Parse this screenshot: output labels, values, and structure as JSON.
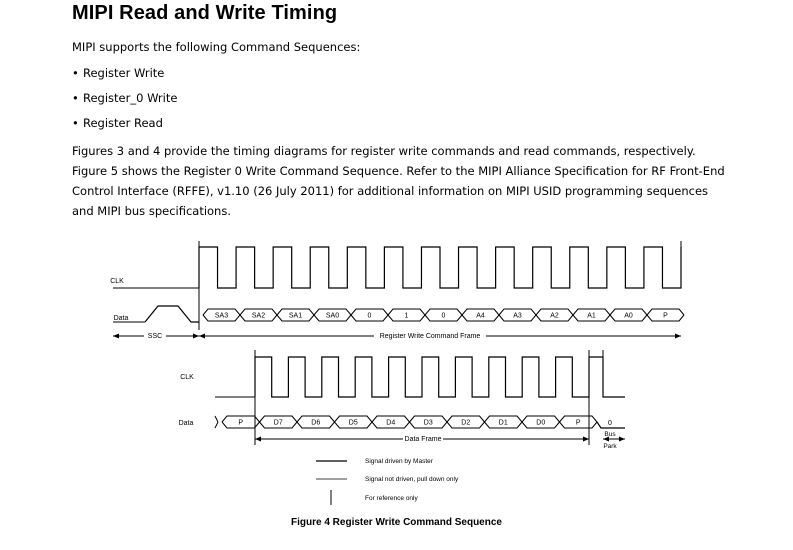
{
  "heading": "MIPI Read and Write Timing",
  "intro": "MIPI supports the following Command Sequences:",
  "bullets": [
    "Register Write",
    "Register_0 Write",
    "Register Read"
  ],
  "paragraph": {
    "line1": "Figures 3 and 4 provide the timing diagrams for register write commands and read commands, respectively.",
    "line2": "Figure 5 shows the Register 0 Write Command Sequence. Refer to the MIPI Alliance Specification for RF Front-End",
    "line3": "Control Interface (RFFE), v1.10 (26 July 2011) for additional information on MIPI USID programming sequences",
    "line4": "and MIPI bus specifications."
  },
  "diagram": {
    "top": {
      "clk_label": "CLK",
      "data_label": "Data",
      "cells": [
        "SA3",
        "SA2",
        "SA1",
        "SA0",
        "0",
        "1",
        "0",
        "A4",
        "A3",
        "A2",
        "A1",
        "A0",
        "P"
      ],
      "ssc_label": "SSC",
      "frame_label": "Register Write Command Frame"
    },
    "bottom": {
      "clk_label": "CLK",
      "data_label": "Data",
      "cells": [
        "P",
        "D7",
        "D6",
        "D5",
        "D4",
        "D3",
        "D2",
        "D1",
        "D0",
        "P",
        "0"
      ],
      "frame_label": "Data Frame",
      "bus_park_label_1": "Bus",
      "bus_park_label_2": "Park"
    },
    "legend": {
      "driven": "Signal driven by Master",
      "not_driven": "Signal not driven, pull down only",
      "reference": "For reference only"
    }
  },
  "caption": "Figure 4 Register Write Command Sequence"
}
